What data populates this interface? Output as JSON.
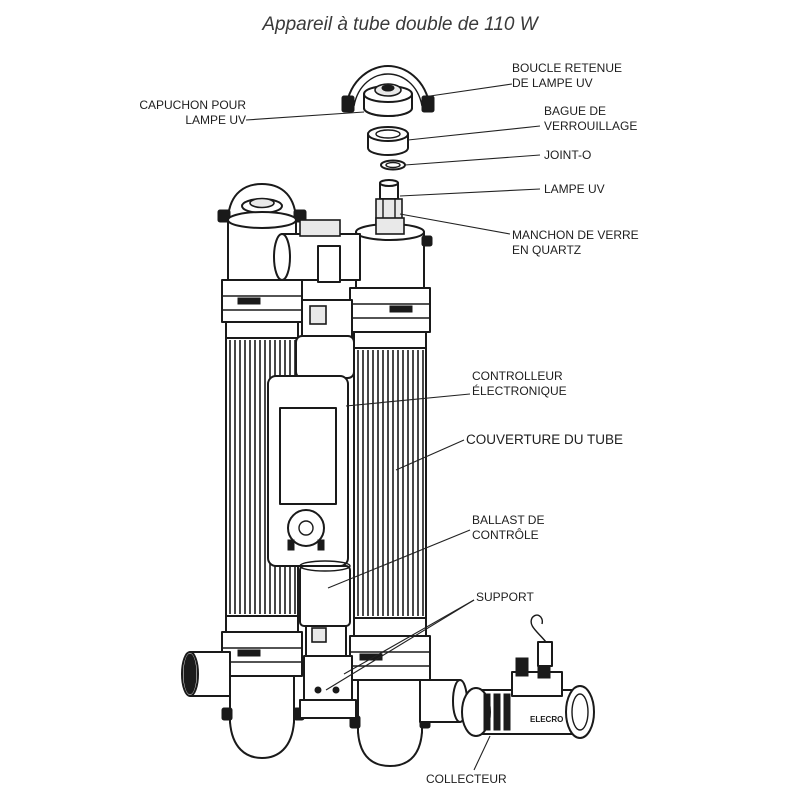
{
  "title": "Appareil à tube double de 110 W",
  "labels": {
    "boucle": "BOUCLE RETENUE\nDE LAMPE UV",
    "capuchon": "CAPUCHON POUR\nLAMPE UV",
    "bague": "BAGUE DE\nVERROUILLAGE",
    "joint": "JOINT-O",
    "lampe": "LAMPE UV",
    "manchon": "MANCHON DE VERRE\nEN QUARTZ",
    "controlleur": "CONTROLLEUR\nÉLECTRONIQUE",
    "couverture": "COUVERTURE DU TUBE",
    "ballast": "BALLAST DE\nCONTRÔLE",
    "support": "SUPPORT",
    "collecteur": "COLLECTEUR",
    "brand": "ELECRO"
  }
}
